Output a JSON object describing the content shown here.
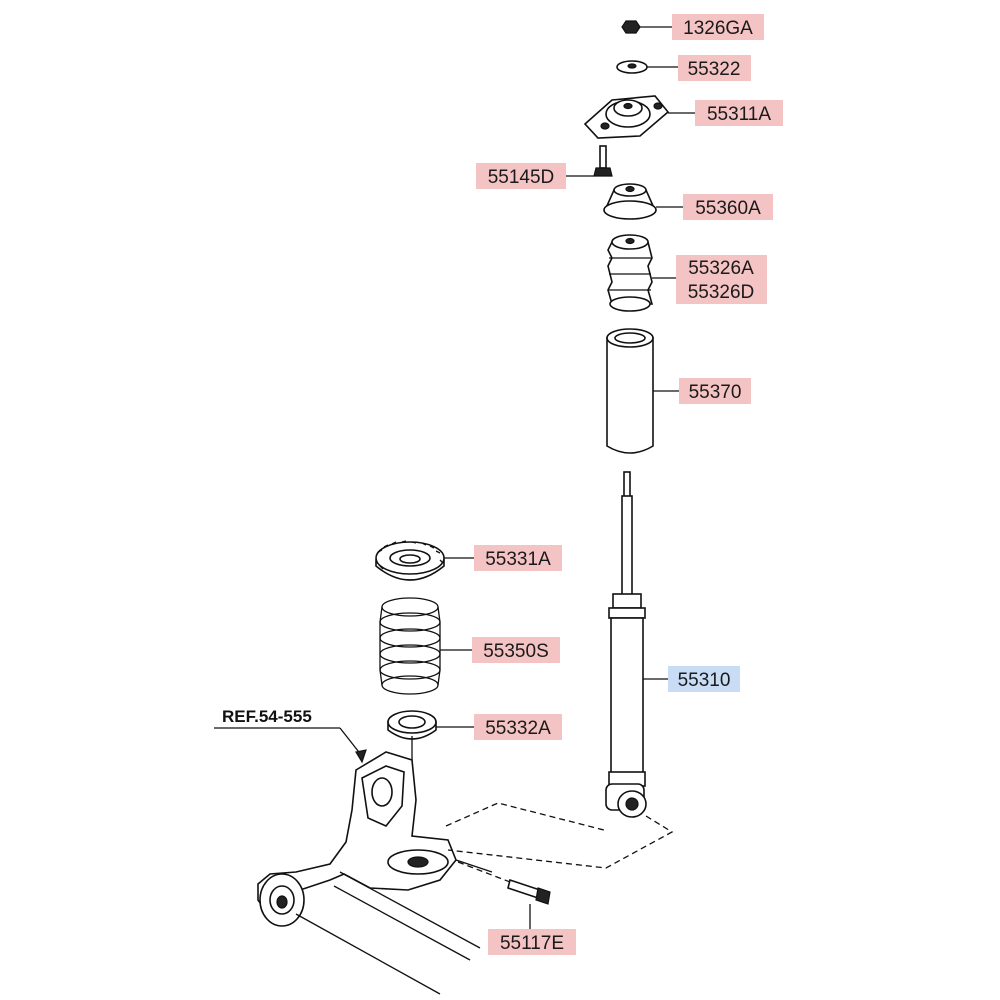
{
  "colors": {
    "part_highlight": "#f4c3c3",
    "selected_highlight": "#c9dcf5",
    "line": "#111111"
  },
  "ref_label": "REF.54-555",
  "parts": [
    {
      "id": "p1326GA",
      "label": "1326GA",
      "selected": false
    },
    {
      "id": "p55322",
      "label": "55322",
      "selected": false
    },
    {
      "id": "p55311A",
      "label": "55311A",
      "selected": false
    },
    {
      "id": "p55145D",
      "label": "55145D",
      "selected": false
    },
    {
      "id": "p55360A",
      "label": "55360A",
      "selected": false
    },
    {
      "id": "p55326A",
      "label": "55326A",
      "selected": false
    },
    {
      "id": "p55326D",
      "label": "55326D",
      "selected": false
    },
    {
      "id": "p55370",
      "label": "55370",
      "selected": false
    },
    {
      "id": "p55331A",
      "label": "55331A",
      "selected": false
    },
    {
      "id": "p55350S",
      "label": "55350S",
      "selected": false
    },
    {
      "id": "p55332A",
      "label": "55332A",
      "selected": false
    },
    {
      "id": "p55310",
      "label": "55310",
      "selected": true
    },
    {
      "id": "p55117E",
      "label": "55117E",
      "selected": false
    }
  ]
}
